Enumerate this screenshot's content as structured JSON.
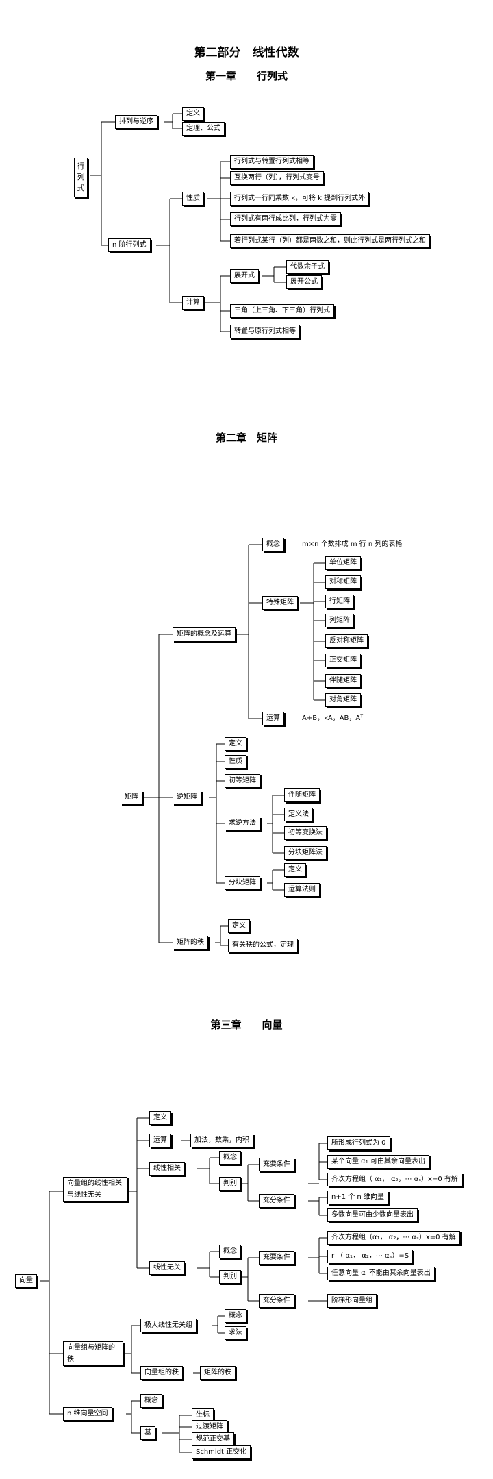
{
  "part_title": "第二部分　线性代数",
  "ch1": {
    "title": "第一章　　行列式",
    "root": "行列式",
    "perm": "排列与逆序",
    "def": "定义",
    "thm": "定理、公式",
    "nord": "n 阶行列式",
    "prop": "性质",
    "p1": "行列式与转置行列式相等",
    "p2": "互换两行（列），行列式变号",
    "p3": "行列式一行同乘数 k，可将 k 提到行列式外",
    "p4": "行列式有两行成比列，行列式为零",
    "p5": "若行列式某行（列）都是两数之和，则此行列式是两行列式之和",
    "calc": "计算",
    "expand": "展开式",
    "cofactor": "代数余子式",
    "expandformula": "展开公式",
    "tri": "三角（上三角、下三角）行列式",
    "transpose": "转置与原行列式相等"
  },
  "ch2": {
    "title": "第二章　矩阵",
    "root": "矩阵",
    "concept_ops": "矩阵的概念及运算",
    "concept": "概念",
    "concept_text": "m×n 个数排成 m 行 n 列的表格",
    "special": "特殊矩阵",
    "s1": "单位矩阵",
    "s2": "对称矩阵",
    "s3": "行矩阵",
    "s4": "列矩阵",
    "s5": "反对称矩阵",
    "s6": "正交矩阵",
    "s7": "伴随矩阵",
    "s8": "对角矩阵",
    "ops": "运算",
    "ops_text": "A+B，kA，AB，Aᵀ",
    "inverse": "逆矩阵",
    "inv_def": "定义",
    "inv_prop": "性质",
    "elementary": "初等矩阵",
    "inv_method": "求逆方法",
    "m1": "伴随矩阵",
    "m2": "定义法",
    "m3": "初等变换法",
    "m4": "分块矩阵法",
    "block": "分块矩阵",
    "block_def": "定义",
    "block_rule": "运算法则",
    "rank": "矩阵的秩",
    "rank_def": "定义",
    "rank_formula": "有关秩的公式，定理"
  },
  "ch3": {
    "title": "第三章　　向量",
    "root": "向量",
    "dep_title": "向量组的线性相关与线性无关",
    "def": "定义",
    "ops": "运算",
    "ops_text": "加法，数乘，内积",
    "dep": "线性相关",
    "dep_concept": "概念",
    "dep_judge": "判别",
    "nec": "充要条件",
    "n1": "所形成行列式为 0",
    "n2": "某个向量 α₁ 可由其余向量表出",
    "n3": "齐次方程组（ α₁，  α₂，⋯ αₛ）x=0 有解",
    "suf": "充分条件",
    "f1": "n+1 个 n 维向量",
    "f2": "多数向量可由少数向量表出",
    "indep": "线性无关",
    "ind_concept": "概念",
    "ind_judge": "判别",
    "ind_nec": "充要条件",
    "i1": "齐次方程组（α₁，  α₂，⋯ αₛ）x=0 有解",
    "i2": "r （ α₁，  α₂，⋯ αₛ）=S",
    "i3": "任意向量 αᵢ 不能由其余向量表出",
    "ind_suf": "充分条件",
    "i4": "阶梯形向量组",
    "rank_title": "向量组与矩阵的秩",
    "max_ind": "极大线性无关组",
    "mi_concept": "概念",
    "mi_solve": "求法",
    "group_rank": "向量组的秩",
    "matrix_rank": "矩阵的秩",
    "space": "n 维向量空间",
    "space_concept": "概念",
    "basis": "基",
    "b1": "坐标",
    "b2": "过渡矩阵",
    "b3": "规范正交基",
    "b4": "Schmidt 正交化"
  }
}
